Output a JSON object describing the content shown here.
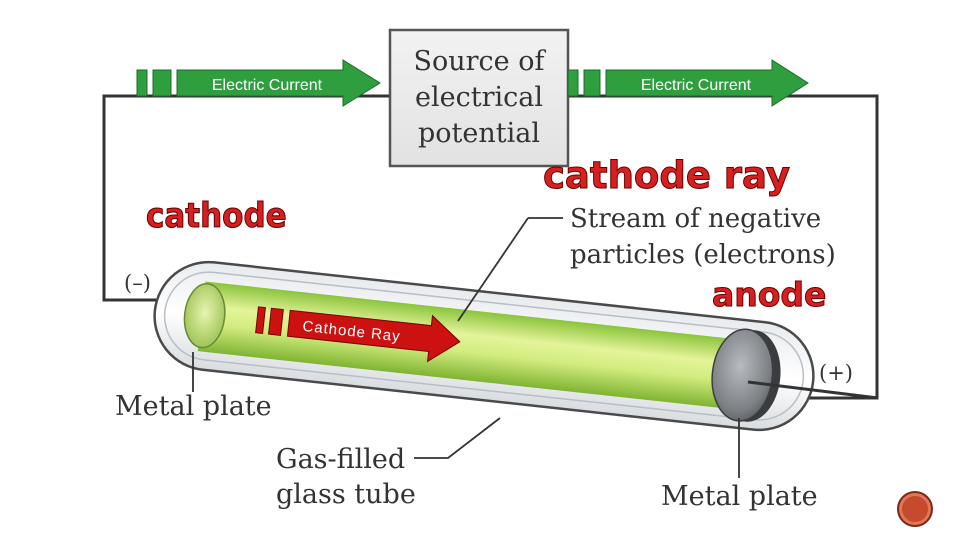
{
  "source_box": {
    "line1": "Source of",
    "line2": "electrical",
    "line3": "potential"
  },
  "current_arrows": {
    "left_label": "Electric Current",
    "right_label": "Electric Current"
  },
  "labels": {
    "cathode": "cathode",
    "cathode_ray": "cathode ray",
    "anode": "anode",
    "stream_line1": "Stream of negative",
    "stream_line2": "particles (electrons)",
    "minus": "(–)",
    "plus": "(+)",
    "metal_plate_left": "Metal plate",
    "metal_plate_right": "Metal plate",
    "tube_line1": "Gas-filled",
    "tube_line2": "glass tube",
    "ray_arrow": "Cathode Ray"
  },
  "colors": {
    "current_arrow": "#2e9e3e",
    "ray_arrow": "#cc1111",
    "label_red": "#d42020",
    "glow_green": "#c8e870",
    "wire": "#333333"
  }
}
